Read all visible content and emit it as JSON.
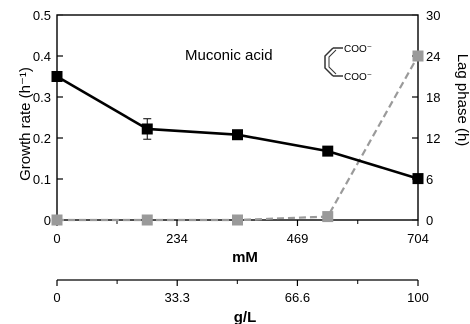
{
  "chart_data": {
    "type": "line",
    "title": "",
    "annotation": "Muconic acid",
    "molecule_labels": [
      "COO⁻",
      "COO⁻"
    ],
    "xlabel": "mM",
    "xlim": [
      0,
      704
    ],
    "xticks": [
      0,
      234,
      469,
      704
    ],
    "xtick_labels": [
      "0",
      "234",
      "469",
      "704"
    ],
    "secondary_xlabel": "g/L",
    "secondary_xlim": [
      0,
      100
    ],
    "secondary_xticks": [
      0,
      33.3,
      66.6,
      100
    ],
    "secondary_xtick_labels": [
      "0",
      "33.3",
      "66.6",
      "100"
    ],
    "ylabel": "Growth rate (h⁻¹)",
    "ylim": [
      0,
      0.5
    ],
    "yticks": [
      0,
      0.1,
      0.2,
      0.3,
      0.4,
      0.5
    ],
    "ytick_labels": [
      "0",
      "0.1",
      "0.2",
      "0.3",
      "0.4",
      "0.5"
    ],
    "y2label": "Lag phase (h)",
    "y2lim": [
      0,
      30
    ],
    "y2ticks": [
      0,
      6,
      12,
      18,
      24,
      30
    ],
    "y2tick_labels": [
      "0",
      "6",
      "12",
      "18",
      "24",
      "30"
    ],
    "series": [
      {
        "axis": "left",
        "color": "#000000",
        "line_style": "solid",
        "marker": "square",
        "points": [
          {
            "x": 0,
            "y": 0.35,
            "err": 0.01
          },
          {
            "x": 176,
            "y": 0.222,
            "err": 0.025
          },
          {
            "x": 352,
            "y": 0.208,
            "err": 0.01
          },
          {
            "x": 528,
            "y": 0.168,
            "err": 0.006
          },
          {
            "x": 704,
            "y": 0.101,
            "err": 0.005
          }
        ]
      },
      {
        "axis": "right",
        "color": "#9a9a9a",
        "line_style": "dashed",
        "marker": "square",
        "points": [
          {
            "x": 0,
            "y": 0
          },
          {
            "x": 176,
            "y": 0
          },
          {
            "x": 352,
            "y": 0
          },
          {
            "x": 528,
            "y": 0.5
          },
          {
            "x": 704,
            "y": 24
          }
        ]
      }
    ]
  }
}
